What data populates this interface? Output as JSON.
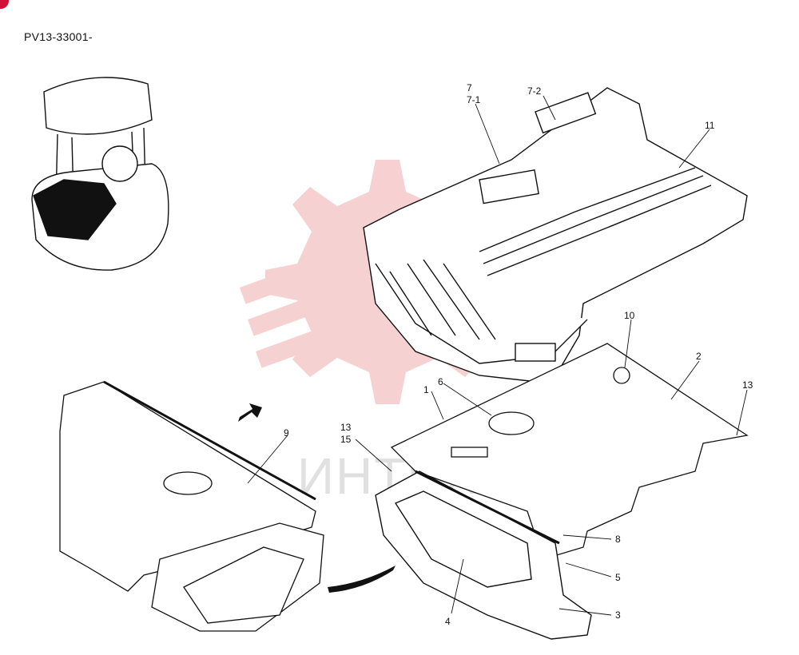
{
  "header": {
    "doc_code": "PV13-33001-"
  },
  "watermark": {
    "text": "ИНТЕХ",
    "color": "#f3b8b8"
  },
  "callouts": {
    "c7": "7",
    "c7_1": "7-1",
    "c7_2": "7-2",
    "c11": "11",
    "c10": "10",
    "c2": "2",
    "c13_right": "13",
    "c1": "1",
    "c6": "6",
    "c13_left": "13",
    "c15": "15",
    "c9": "9",
    "c8": "8",
    "c5": "5",
    "c3": "3",
    "c4": "4"
  },
  "icons": {
    "corner": "red-circle-badge",
    "arrow": "direction-arrow"
  }
}
